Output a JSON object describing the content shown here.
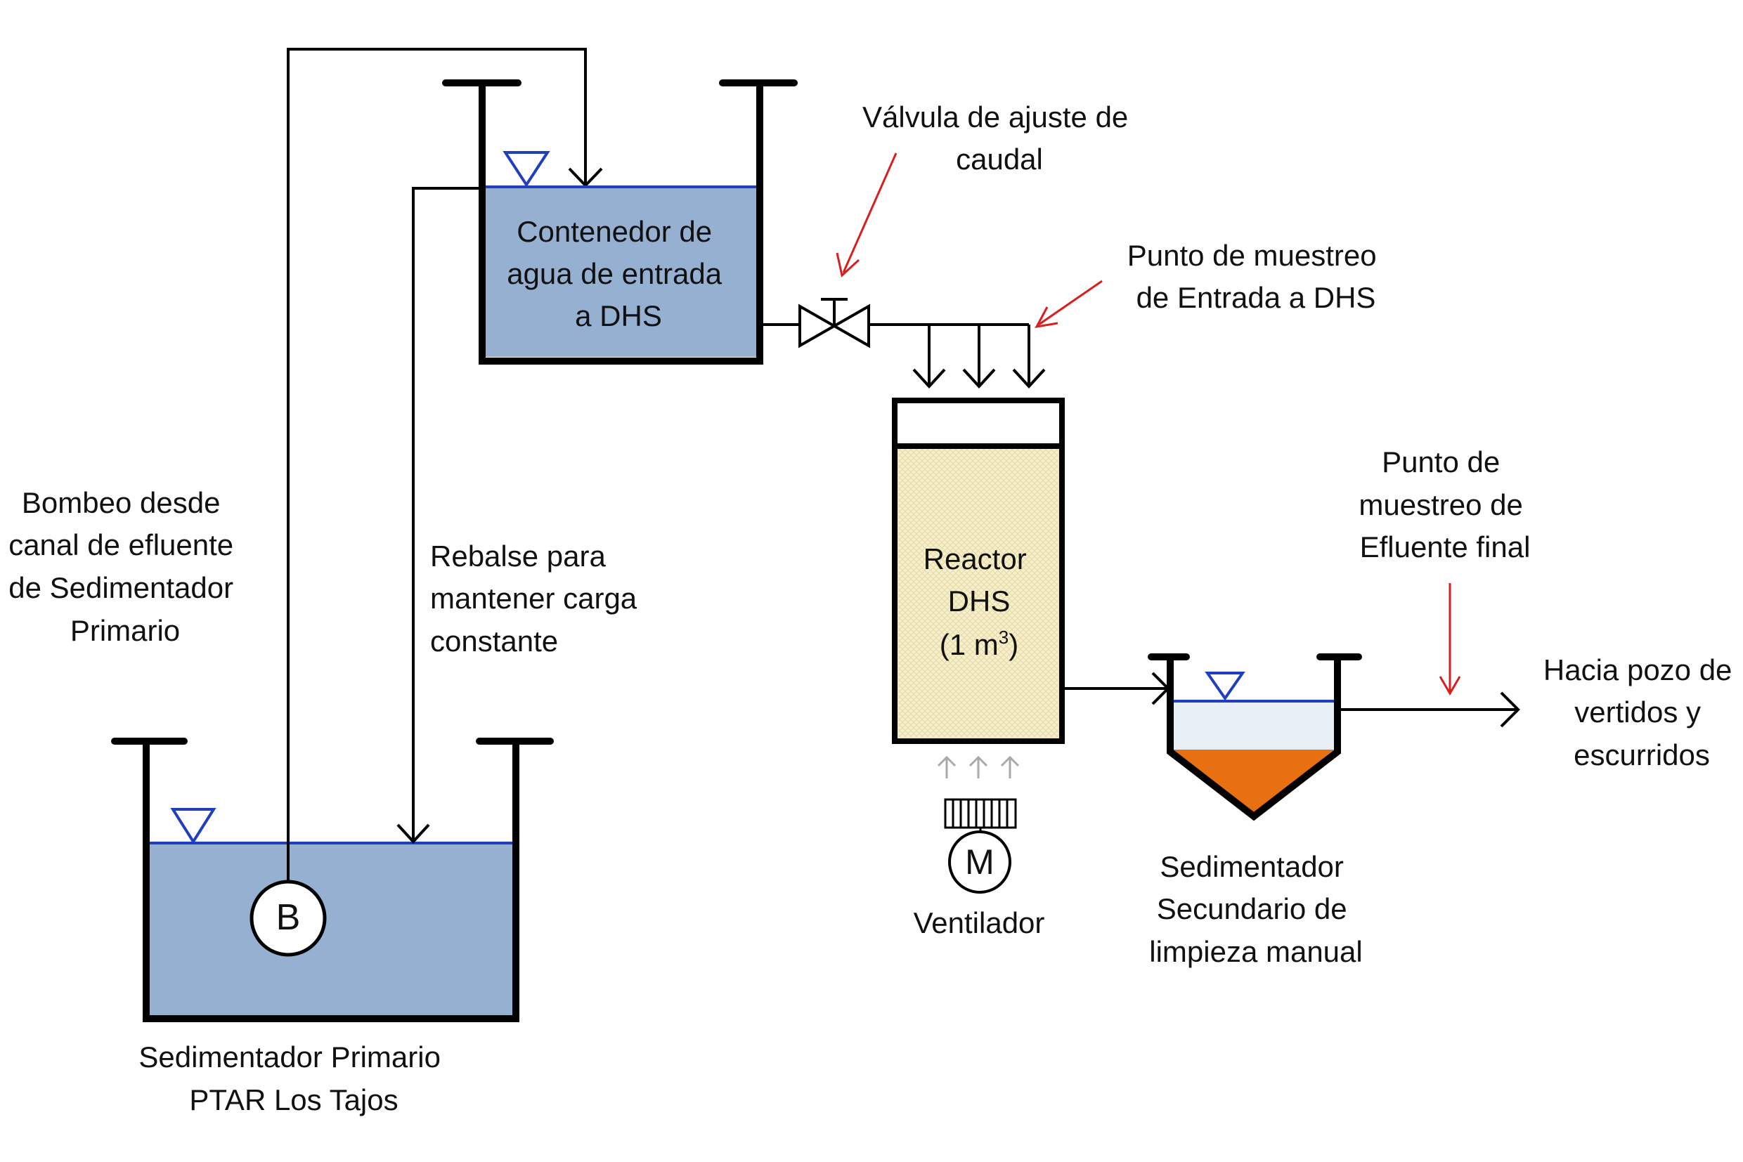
{
  "labels": {
    "pumping": [
      "Bombeo desde",
      "canal de efluente",
      "de Sedimentador",
      "Primario"
    ],
    "overflow": [
      "Rebalse para",
      "mantener carga",
      "constante"
    ],
    "primary_settler": [
      "Sedimentador Primario",
      "PTAR Los Tajos"
    ],
    "inlet_container": [
      "Contenedor de",
      "agua de entrada",
      "a DHS"
    ],
    "valve": [
      "Válvula de ajuste de",
      "caudal"
    ],
    "inlet_sampling": [
      "Punto de muestreo",
      "de Entrada a DHS"
    ],
    "reactor": [
      "Reactor",
      "DHS",
      "(1 m",
      "3",
      ")"
    ],
    "fan": "Ventilador",
    "fan_motor_symbol": "M",
    "pump_symbol": "B",
    "secondary_settler": [
      "Sedimentador",
      "Secundario de",
      "limpieza manual"
    ],
    "effluent_sampling": [
      "Punto de",
      "muestreo de",
      "Efluente final"
    ],
    "discharge": [
      "Hacia pozo de",
      "vertidos y",
      "escurridos"
    ]
  },
  "colors": {
    "water": "#95b0d0",
    "water_light": "#e8eef6",
    "sludge": "#e87010",
    "reactor_media": "#f7f0cf",
    "water_level": "#1f3fbf",
    "annotation_arrow": "#d81e1e",
    "air_arrow": "#aaaaaa"
  }
}
